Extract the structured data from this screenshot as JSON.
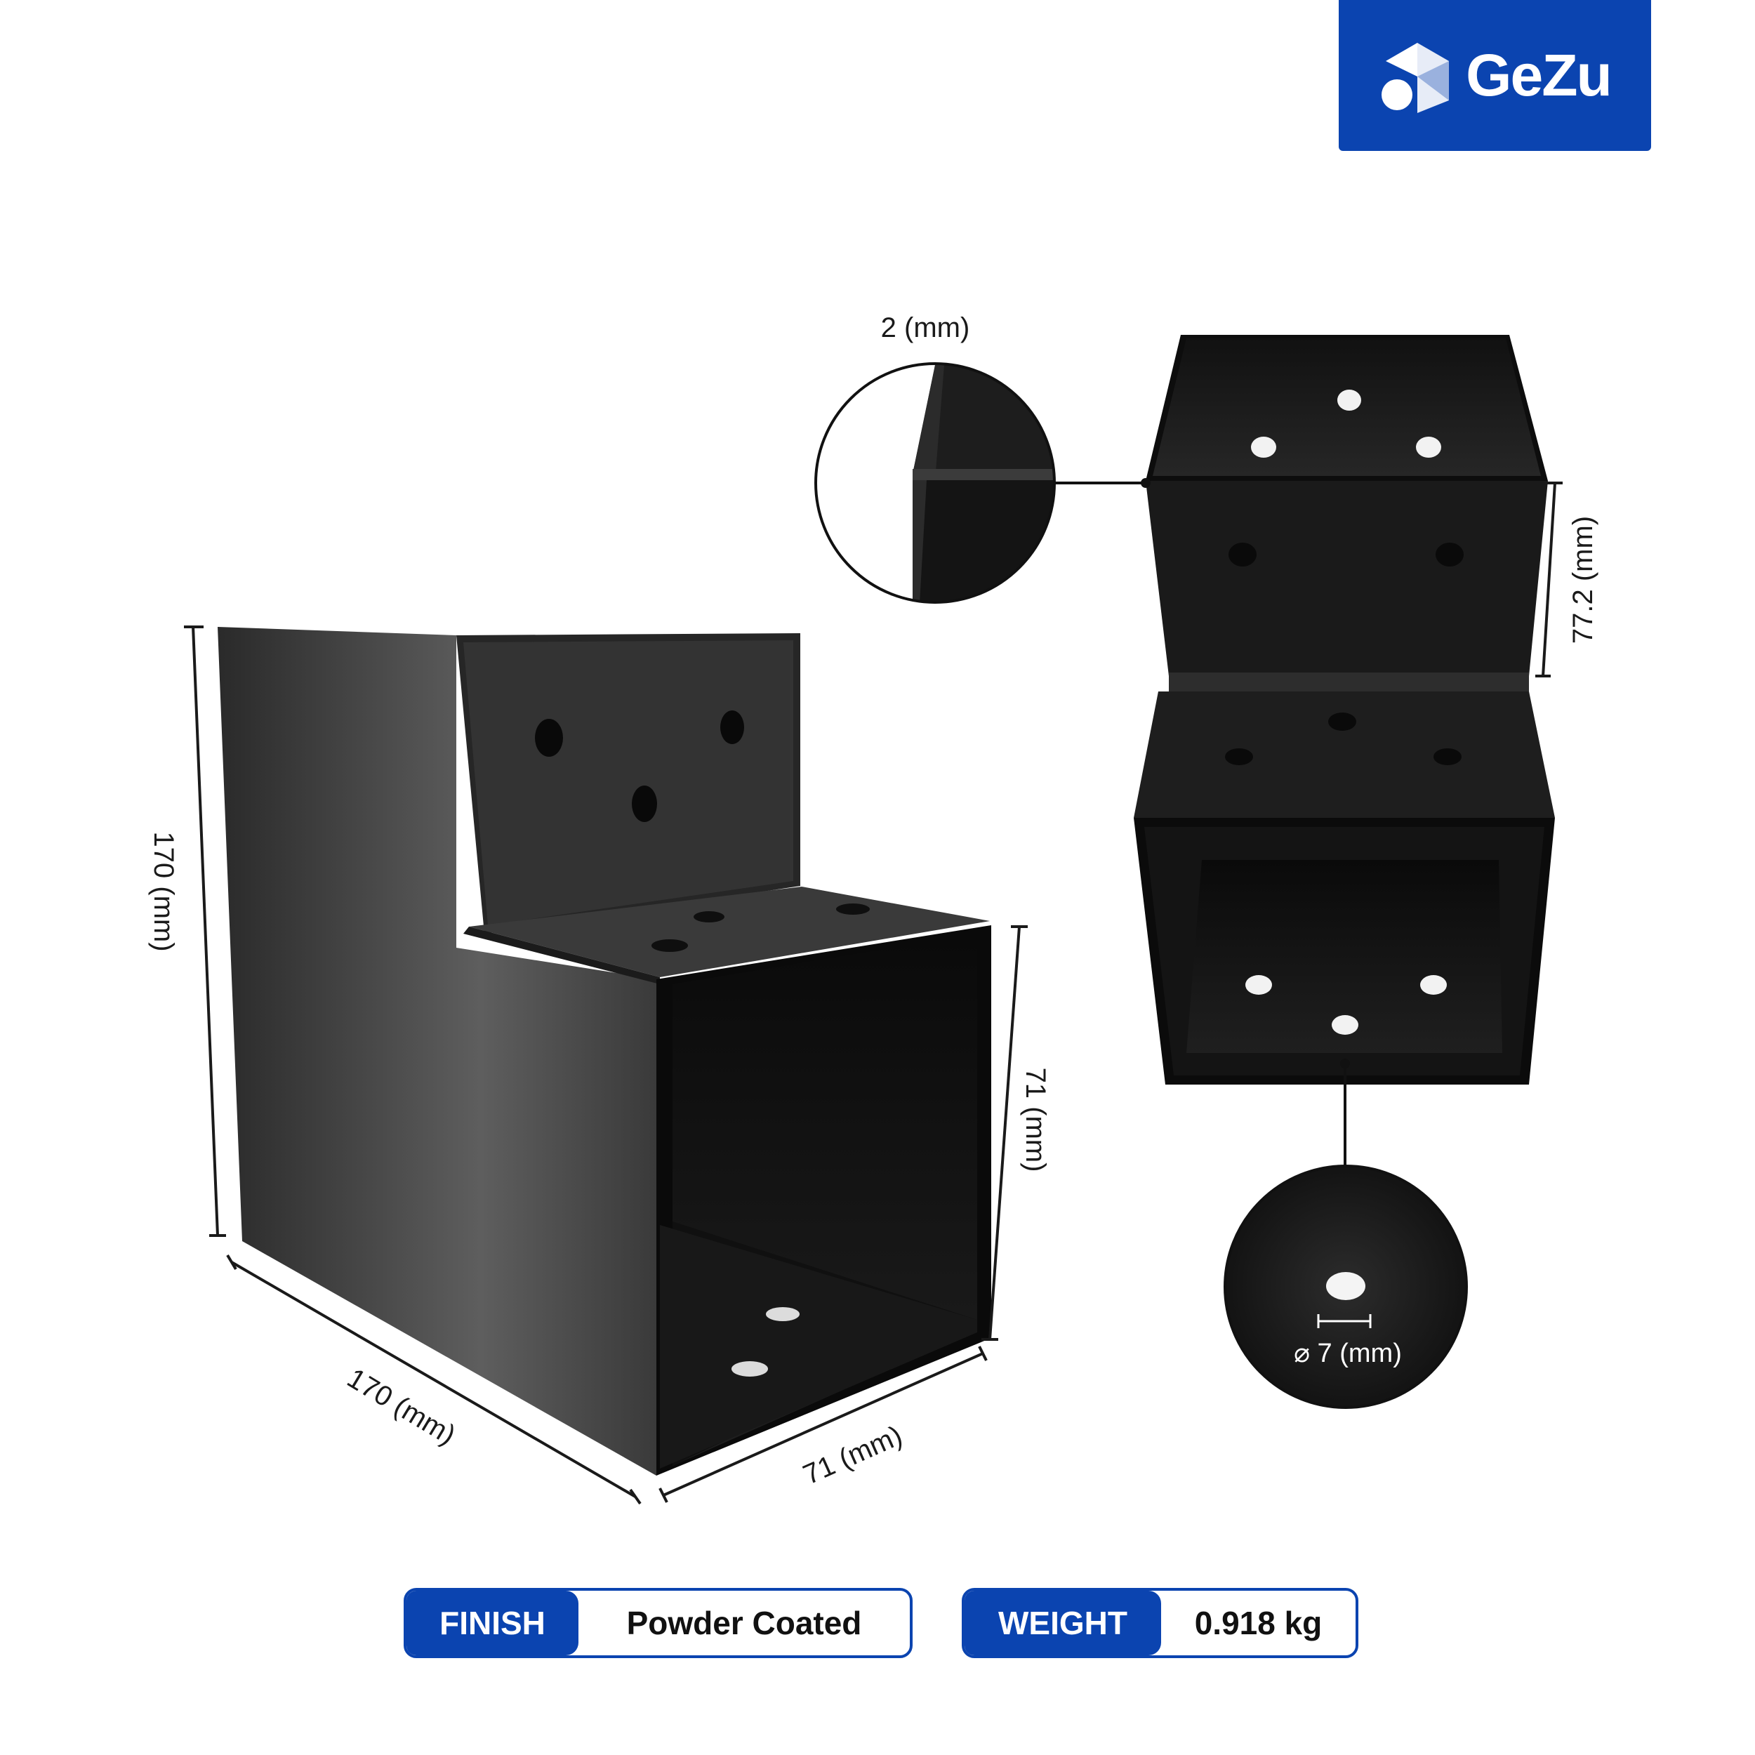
{
  "brand": {
    "name": "GeZu",
    "color": "#0b44b0",
    "logo_icon": "house-logo-icon"
  },
  "dimensions": {
    "height_main": "170 (mm)",
    "length_base": "170 (mm)",
    "width_base": "71 (mm)",
    "height_front": "71 (mm)",
    "thickness": "2 (mm)",
    "height_top": "77.2 (mm)",
    "hole_diameter": "⌀ 7 (mm)"
  },
  "specs": [
    {
      "label": "FINISH",
      "value": "Powder Coated"
    },
    {
      "label": "WEIGHT",
      "value": "0.918 kg"
    }
  ]
}
